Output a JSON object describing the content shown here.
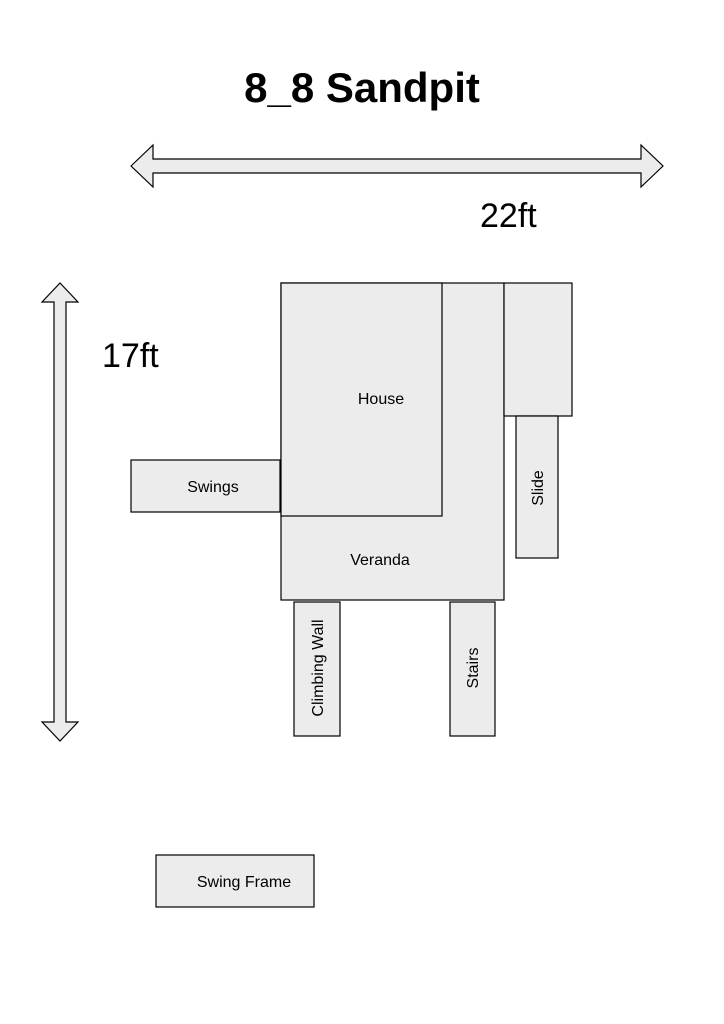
{
  "title": "8_8 Sandpit",
  "dimensions": {
    "width_label": "22ft",
    "height_label": "17ft"
  },
  "components": {
    "house": "House",
    "veranda": "Veranda",
    "swings": "Swings",
    "slide": "Slide",
    "climbing_wall": "Climbing Wall",
    "stairs": "Stairs",
    "swing_frame": "Swing Frame"
  },
  "colors": {
    "box_fill": "#ececec",
    "outline": "#000000"
  }
}
